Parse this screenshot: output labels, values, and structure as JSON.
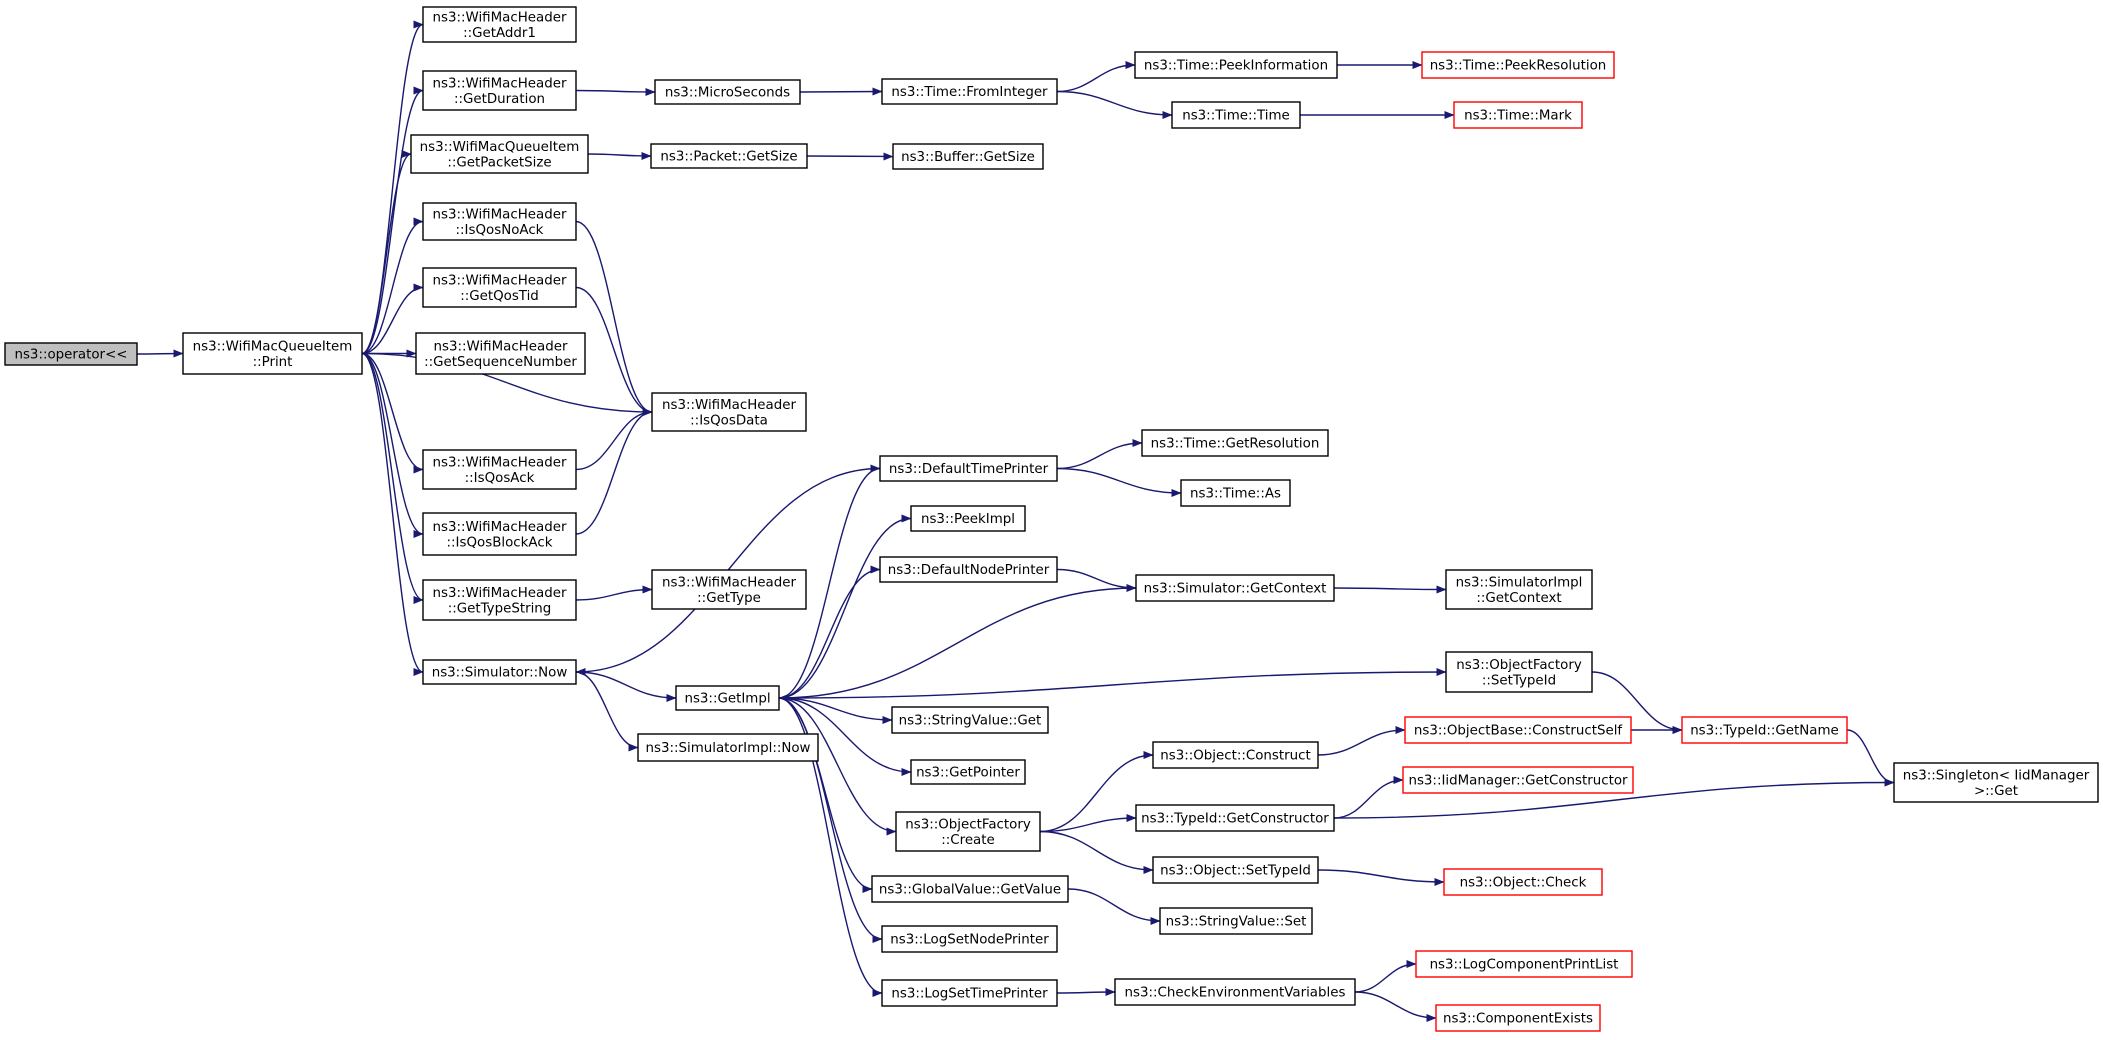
{
  "colors": {
    "edge": "#191970",
    "node_border": "#000000",
    "node_fill": "#ffffff",
    "truncated_border": "#ff0000",
    "root_fill": "#bfbfbf"
  },
  "nodes": [
    {
      "id": "n0",
      "lines": [
        "ns3::operator<<"
      ],
      "kind": "root"
    },
    {
      "id": "n1",
      "lines": [
        "ns3::WifiMacQueueItem",
        "::Print"
      ],
      "kind": "normal"
    },
    {
      "id": "n2",
      "lines": [
        "ns3::WifiMacHeader",
        "::GetAddr1"
      ],
      "kind": "normal"
    },
    {
      "id": "n3",
      "lines": [
        "ns3::WifiMacHeader",
        "::GetDuration"
      ],
      "kind": "normal"
    },
    {
      "id": "n4",
      "lines": [
        "ns3::WifiMacQueueItem",
        "::GetPacketSize"
      ],
      "kind": "normal"
    },
    {
      "id": "n5",
      "lines": [
        "ns3::WifiMacHeader",
        "::IsQosNoAck"
      ],
      "kind": "normal"
    },
    {
      "id": "n6",
      "lines": [
        "ns3::WifiMacHeader",
        "::GetQosTid"
      ],
      "kind": "normal"
    },
    {
      "id": "n7",
      "lines": [
        "ns3::WifiMacHeader",
        "::GetSequenceNumber"
      ],
      "kind": "normal"
    },
    {
      "id": "n8",
      "lines": [
        "ns3::WifiMacHeader",
        "::IsQosAck"
      ],
      "kind": "normal"
    },
    {
      "id": "n9",
      "lines": [
        "ns3::WifiMacHeader",
        "::IsQosBlockAck"
      ],
      "kind": "normal"
    },
    {
      "id": "n10",
      "lines": [
        "ns3::WifiMacHeader",
        "::GetTypeString"
      ],
      "kind": "normal"
    },
    {
      "id": "n11",
      "lines": [
        "ns3::Simulator::Now"
      ],
      "kind": "normal"
    },
    {
      "id": "n12",
      "lines": [
        "ns3::MicroSeconds"
      ],
      "kind": "normal"
    },
    {
      "id": "n13",
      "lines": [
        "ns3::Packet::GetSize"
      ],
      "kind": "normal"
    },
    {
      "id": "n14",
      "lines": [
        "ns3::WifiMacHeader",
        "::IsQosData"
      ],
      "kind": "normal"
    },
    {
      "id": "n15",
      "lines": [
        "ns3::WifiMacHeader",
        "::GetType"
      ],
      "kind": "normal"
    },
    {
      "id": "n16",
      "lines": [
        "ns3::GetImpl"
      ],
      "kind": "normal"
    },
    {
      "id": "n17",
      "lines": [
        "ns3::SimulatorImpl::Now"
      ],
      "kind": "normal"
    },
    {
      "id": "n18",
      "lines": [
        "ns3::Time::FromInteger"
      ],
      "kind": "normal"
    },
    {
      "id": "n19",
      "lines": [
        "ns3::Buffer::GetSize"
      ],
      "kind": "normal"
    },
    {
      "id": "n20",
      "lines": [
        "ns3::DefaultTimePrinter"
      ],
      "kind": "normal"
    },
    {
      "id": "n21",
      "lines": [
        "ns3::PeekImpl"
      ],
      "kind": "normal"
    },
    {
      "id": "n22",
      "lines": [
        "ns3::DefaultNodePrinter"
      ],
      "kind": "normal"
    },
    {
      "id": "n23",
      "lines": [
        "ns3::StringValue::Get"
      ],
      "kind": "normal"
    },
    {
      "id": "n24",
      "lines": [
        "ns3::GetPointer"
      ],
      "kind": "normal"
    },
    {
      "id": "n25",
      "lines": [
        "ns3::ObjectFactory",
        "::Create"
      ],
      "kind": "normal"
    },
    {
      "id": "n26",
      "lines": [
        "ns3::GlobalValue::GetValue"
      ],
      "kind": "normal"
    },
    {
      "id": "n27",
      "lines": [
        "ns3::LogSetNodePrinter"
      ],
      "kind": "normal"
    },
    {
      "id": "n28",
      "lines": [
        "ns3::LogSetTimePrinter"
      ],
      "kind": "normal"
    },
    {
      "id": "n29",
      "lines": [
        "ns3::Time::PeekInformation"
      ],
      "kind": "normal"
    },
    {
      "id": "n30",
      "lines": [
        "ns3::Time::Time"
      ],
      "kind": "normal"
    },
    {
      "id": "n31",
      "lines": [
        "ns3::Time::GetResolution"
      ],
      "kind": "normal"
    },
    {
      "id": "n32",
      "lines": [
        "ns3::Time::As"
      ],
      "kind": "normal"
    },
    {
      "id": "n33",
      "lines": [
        "ns3::Simulator::GetContext"
      ],
      "kind": "normal"
    },
    {
      "id": "n34",
      "lines": [
        "ns3::Object::Construct"
      ],
      "kind": "normal"
    },
    {
      "id": "n35",
      "lines": [
        "ns3::TypeId::GetConstructor"
      ],
      "kind": "normal"
    },
    {
      "id": "n36",
      "lines": [
        "ns3::Object::SetTypeId"
      ],
      "kind": "normal"
    },
    {
      "id": "n37",
      "lines": [
        "ns3::StringValue::Set"
      ],
      "kind": "normal"
    },
    {
      "id": "n38",
      "lines": [
        "ns3::CheckEnvironmentVariables"
      ],
      "kind": "normal"
    },
    {
      "id": "n39",
      "lines": [
        "ns3::Time::PeekResolution"
      ],
      "kind": "truncated"
    },
    {
      "id": "n40",
      "lines": [
        "ns3::Time::Mark"
      ],
      "kind": "truncated"
    },
    {
      "id": "n41",
      "lines": [
        "ns3::SimulatorImpl",
        "::GetContext"
      ],
      "kind": "normal"
    },
    {
      "id": "n42",
      "lines": [
        "ns3::ObjectFactory",
        "::SetTypeId"
      ],
      "kind": "normal"
    },
    {
      "id": "n43",
      "lines": [
        "ns3::ObjectBase::ConstructSelf"
      ],
      "kind": "truncated"
    },
    {
      "id": "n44",
      "lines": [
        "ns3::IidManager::GetConstructor"
      ],
      "kind": "truncated"
    },
    {
      "id": "n45",
      "lines": [
        "ns3::Object::Check"
      ],
      "kind": "truncated"
    },
    {
      "id": "n46",
      "lines": [
        "ns3::LogComponentPrintList"
      ],
      "kind": "truncated"
    },
    {
      "id": "n47",
      "lines": [
        "ns3::ComponentExists"
      ],
      "kind": "truncated"
    },
    {
      "id": "n48",
      "lines": [
        "ns3::TypeId::GetName"
      ],
      "kind": "truncated"
    },
    {
      "id": "n49",
      "lines": [
        "ns3::Singleton< IidManager",
        " >::Get"
      ],
      "kind": "normal"
    }
  ],
  "edges": [
    [
      "n0",
      "n1"
    ],
    [
      "n1",
      "n2"
    ],
    [
      "n1",
      "n3"
    ],
    [
      "n1",
      "n4"
    ],
    [
      "n1",
      "n5"
    ],
    [
      "n1",
      "n6"
    ],
    [
      "n1",
      "n7"
    ],
    [
      "n1",
      "n14"
    ],
    [
      "n1",
      "n8"
    ],
    [
      "n1",
      "n9"
    ],
    [
      "n1",
      "n10"
    ],
    [
      "n1",
      "n11"
    ],
    [
      "n3",
      "n12"
    ],
    [
      "n12",
      "n18"
    ],
    [
      "n18",
      "n29"
    ],
    [
      "n18",
      "n30"
    ],
    [
      "n29",
      "n39"
    ],
    [
      "n30",
      "n40"
    ],
    [
      "n4",
      "n13"
    ],
    [
      "n13",
      "n19"
    ],
    [
      "n5",
      "n14"
    ],
    [
      "n6",
      "n14"
    ],
    [
      "n8",
      "n14"
    ],
    [
      "n9",
      "n14"
    ],
    [
      "n10",
      "n15"
    ],
    [
      "n11",
      "n16"
    ],
    [
      "n11",
      "n17"
    ],
    [
      "n20",
      "n11"
    ],
    [
      "n16",
      "n20"
    ],
    [
      "n16",
      "n21"
    ],
    [
      "n16",
      "n22"
    ],
    [
      "n16",
      "n42"
    ],
    [
      "n16",
      "n23"
    ],
    [
      "n16",
      "n24"
    ],
    [
      "n16",
      "n25"
    ],
    [
      "n16",
      "n26"
    ],
    [
      "n16",
      "n27"
    ],
    [
      "n16",
      "n28"
    ],
    [
      "n33",
      "n16"
    ],
    [
      "n20",
      "n31"
    ],
    [
      "n20",
      "n32"
    ],
    [
      "n22",
      "n33"
    ],
    [
      "n33",
      "n41"
    ],
    [
      "n42",
      "n48"
    ],
    [
      "n43",
      "n48"
    ],
    [
      "n48",
      "n49"
    ],
    [
      "n25",
      "n34"
    ],
    [
      "n25",
      "n35"
    ],
    [
      "n25",
      "n36"
    ],
    [
      "n34",
      "n43"
    ],
    [
      "n35",
      "n44"
    ],
    [
      "n35",
      "n49"
    ],
    [
      "n36",
      "n45"
    ],
    [
      "n26",
      "n37"
    ],
    [
      "n28",
      "n38"
    ],
    [
      "n38",
      "n46"
    ],
    [
      "n38",
      "n47"
    ]
  ]
}
